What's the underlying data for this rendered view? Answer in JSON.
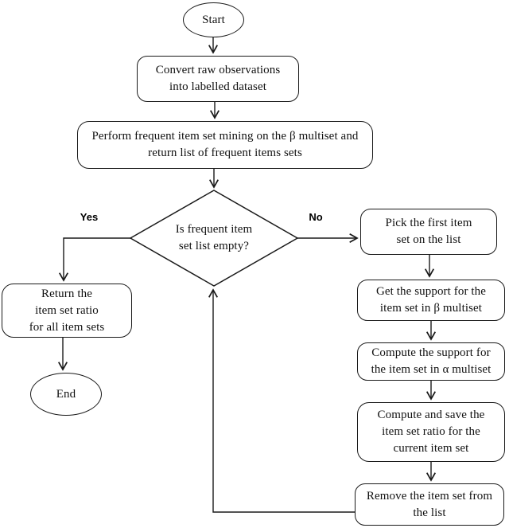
{
  "nodes": {
    "start": "Start",
    "convert": "Convert raw observations\ninto labelled dataset",
    "perform": "Perform frequent item set mining on the β multiset and\nreturn list of frequent items sets",
    "decision": "Is frequent item\nset list empty?",
    "return_ratio": "Return the\nitem set ratio\nfor all item sets",
    "end": "End",
    "pick": "Pick the first item\nset on the list",
    "get_support_beta": "Get the support for the\nitem set in β multiset",
    "compute_support_alpha": "Compute the support for\nthe item set in α multiset",
    "compute_save_ratio": "Compute and save the\nitem set ratio for the\ncurrent item set",
    "remove": "Remove the item set from\nthe list"
  },
  "edge_labels": {
    "yes": "Yes",
    "no": "No"
  },
  "colors": {
    "stroke": "#1a1a1a",
    "background": "#ffffff"
  }
}
